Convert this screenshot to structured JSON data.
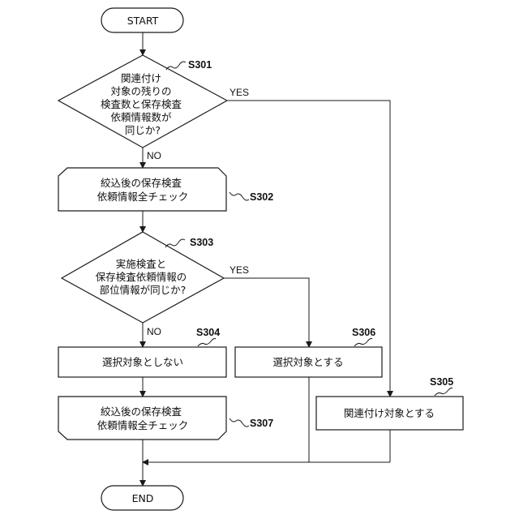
{
  "nodes": {
    "start": "START",
    "end": "END",
    "s301": {
      "step": "S301",
      "lines": [
        "関連付け",
        "対象の残りの",
        "検査数と保存検査",
        "依頼情報数が",
        "同じか?"
      ]
    },
    "s302": {
      "step": "S302",
      "lines": [
        "絞込後の保存検査",
        "依頼情報全チェック"
      ]
    },
    "s303": {
      "step": "S303",
      "lines": [
        "実施検査と",
        "保存検査依頼情報の",
        "部位情報が同じか?"
      ]
    },
    "s304": {
      "step": "S304",
      "label": "選択対象としない"
    },
    "s305": {
      "step": "S305",
      "label": "関連付け対象とする"
    },
    "s306": {
      "step": "S306",
      "label": "選択対象とする"
    },
    "s307": {
      "step": "S307",
      "lines": [
        "絞込後の保存検査",
        "依頼情報全チェック"
      ]
    }
  },
  "branch_labels": {
    "s301_yes": "YES",
    "s301_no": "NO",
    "s303_yes": "YES",
    "s303_no": "NO"
  }
}
